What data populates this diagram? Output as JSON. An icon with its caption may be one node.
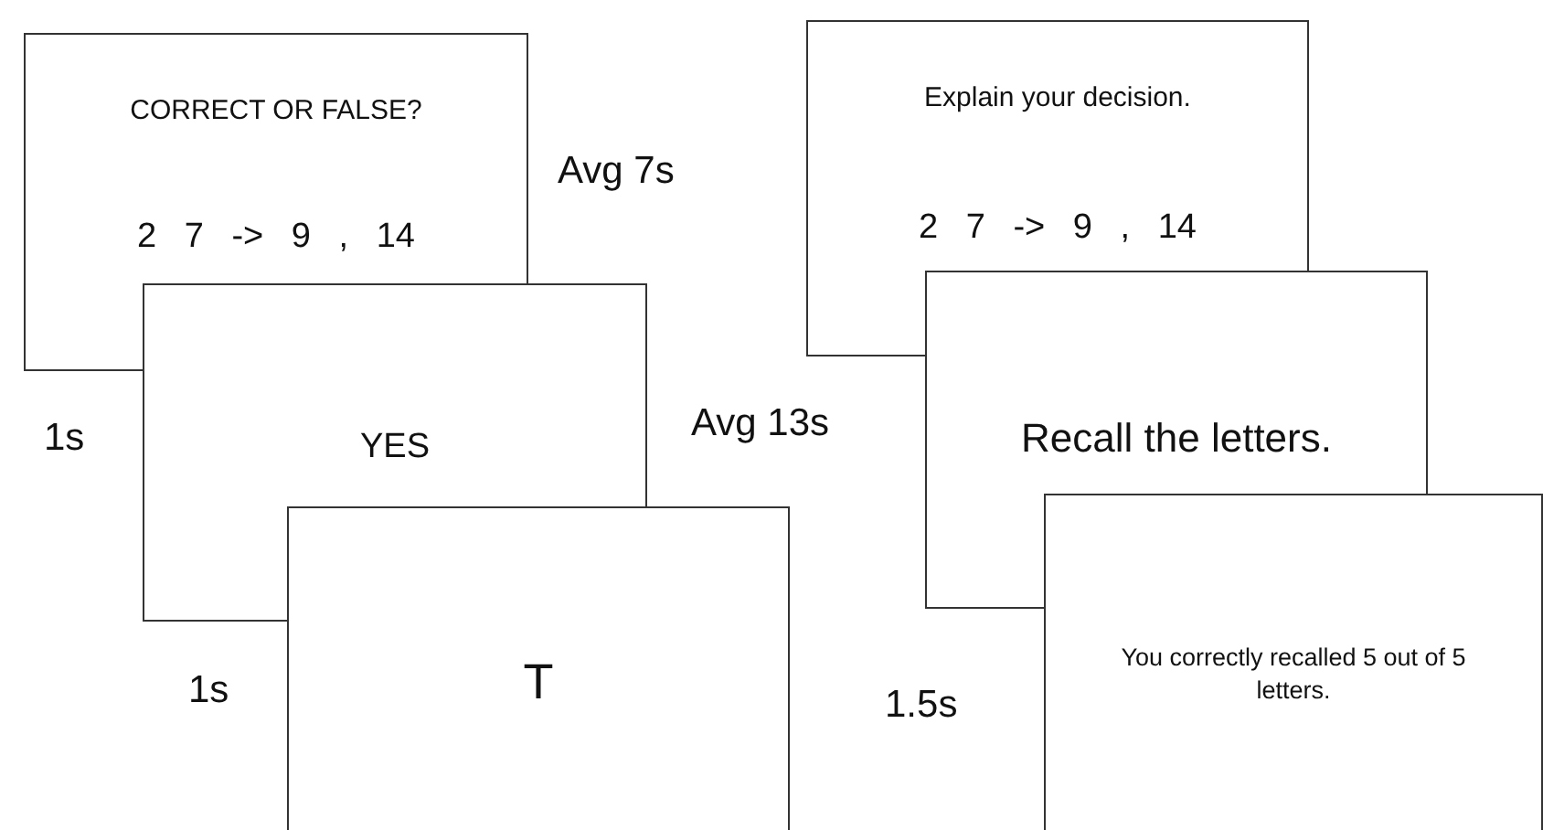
{
  "diagram": {
    "nodes": [
      {
        "text": [
          "CORRECT OR FALSE?",
          "2 7 -> 9 , 14"
        ]
      },
      {
        "text": [
          "YES"
        ]
      },
      {
        "text": [
          "T"
        ]
      },
      {
        "text": [
          "Explain your decision.",
          "2 7 -> 9 , 14"
        ]
      },
      {
        "text": [
          "Recall the letters."
        ]
      },
      {
        "text": [
          "You correctly recalled 5 out of 5 letters."
        ]
      }
    ],
    "labels": [
      "Avg 7s",
      "1s",
      "Avg 13s",
      "1s",
      "1.5s"
    ]
  }
}
